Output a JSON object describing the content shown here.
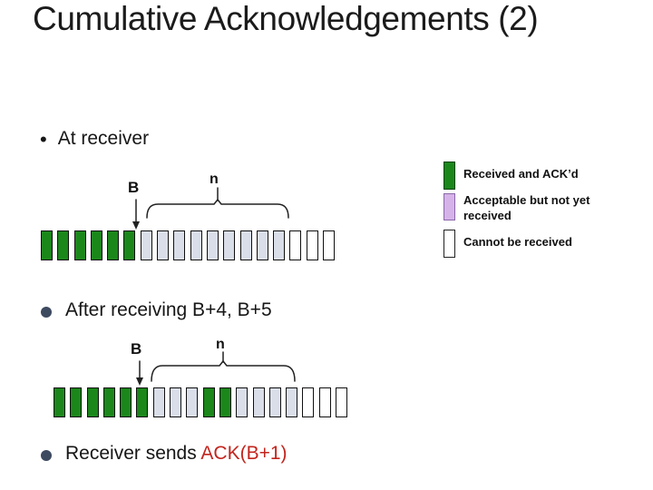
{
  "slide": {
    "title": "Cumulative Acknowledgements (2)"
  },
  "bullets": {
    "at_receiver": "At receiver",
    "after_receiving": "After receiving B+4, B+5",
    "receiver_sends_prefix": "Receiver sends ",
    "receiver_sends_ack": "ACK(B+1)"
  },
  "legend": {
    "received_label": "Received and ACK’d",
    "acceptable_label": "Acceptable but not yet received",
    "cannot_label": "Cannot be received"
  },
  "diagram1": {
    "pointer_label": "B",
    "window_label": "n",
    "boxes": [
      "received",
      "received",
      "received",
      "received",
      "received",
      "received",
      "window",
      "window",
      "window",
      "window",
      "window",
      "window",
      "window",
      "window",
      "window",
      "empty",
      "empty",
      "empty"
    ]
  },
  "diagram2": {
    "pointer_label": "B",
    "window_label": "n",
    "boxes": [
      "received",
      "received",
      "received",
      "received",
      "received",
      "received",
      "window",
      "window",
      "window",
      "received",
      "received",
      "window",
      "window",
      "window",
      "window",
      "empty",
      "empty",
      "empty"
    ]
  },
  "colors": {
    "received": "#1b871b",
    "window": "#d9dee9",
    "acceptable": "#d5b3e8",
    "bullet": "#3d4a60",
    "ack_red": "#c2251e"
  }
}
